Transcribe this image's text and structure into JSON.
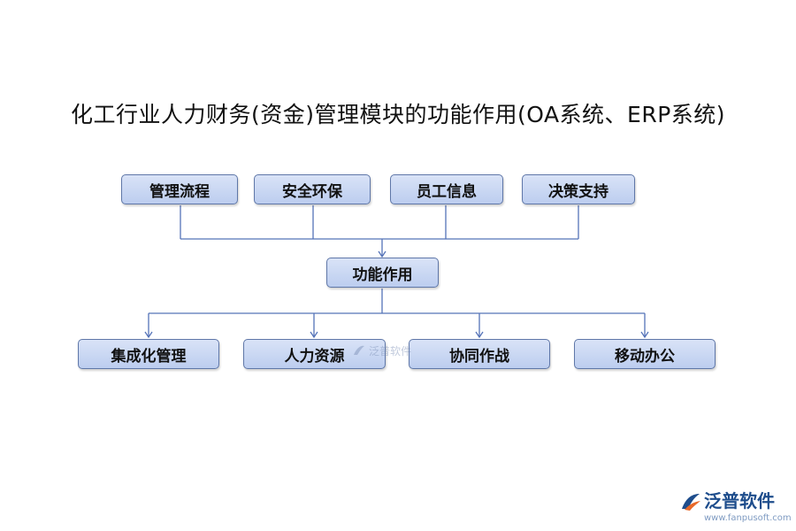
{
  "title": "化工行业人力财务(资金)管理模块的功能作用(OA系统、ERP系统)",
  "top_nodes": [
    "管理流程",
    "安全环保",
    "员工信息",
    "决策支持"
  ],
  "center_node": "功能作用",
  "bottom_nodes": [
    "集成化管理",
    "人力资源",
    "协同作战",
    "移动办公"
  ],
  "watermark": "泛普软件",
  "logo": {
    "name": "泛普软件",
    "url": "www.fanpusoft.com"
  },
  "colors": {
    "node_fill": "#c9d7f3",
    "node_border": "#5f77a8",
    "line": "#5573b8",
    "brand": "#1e4d8c"
  }
}
